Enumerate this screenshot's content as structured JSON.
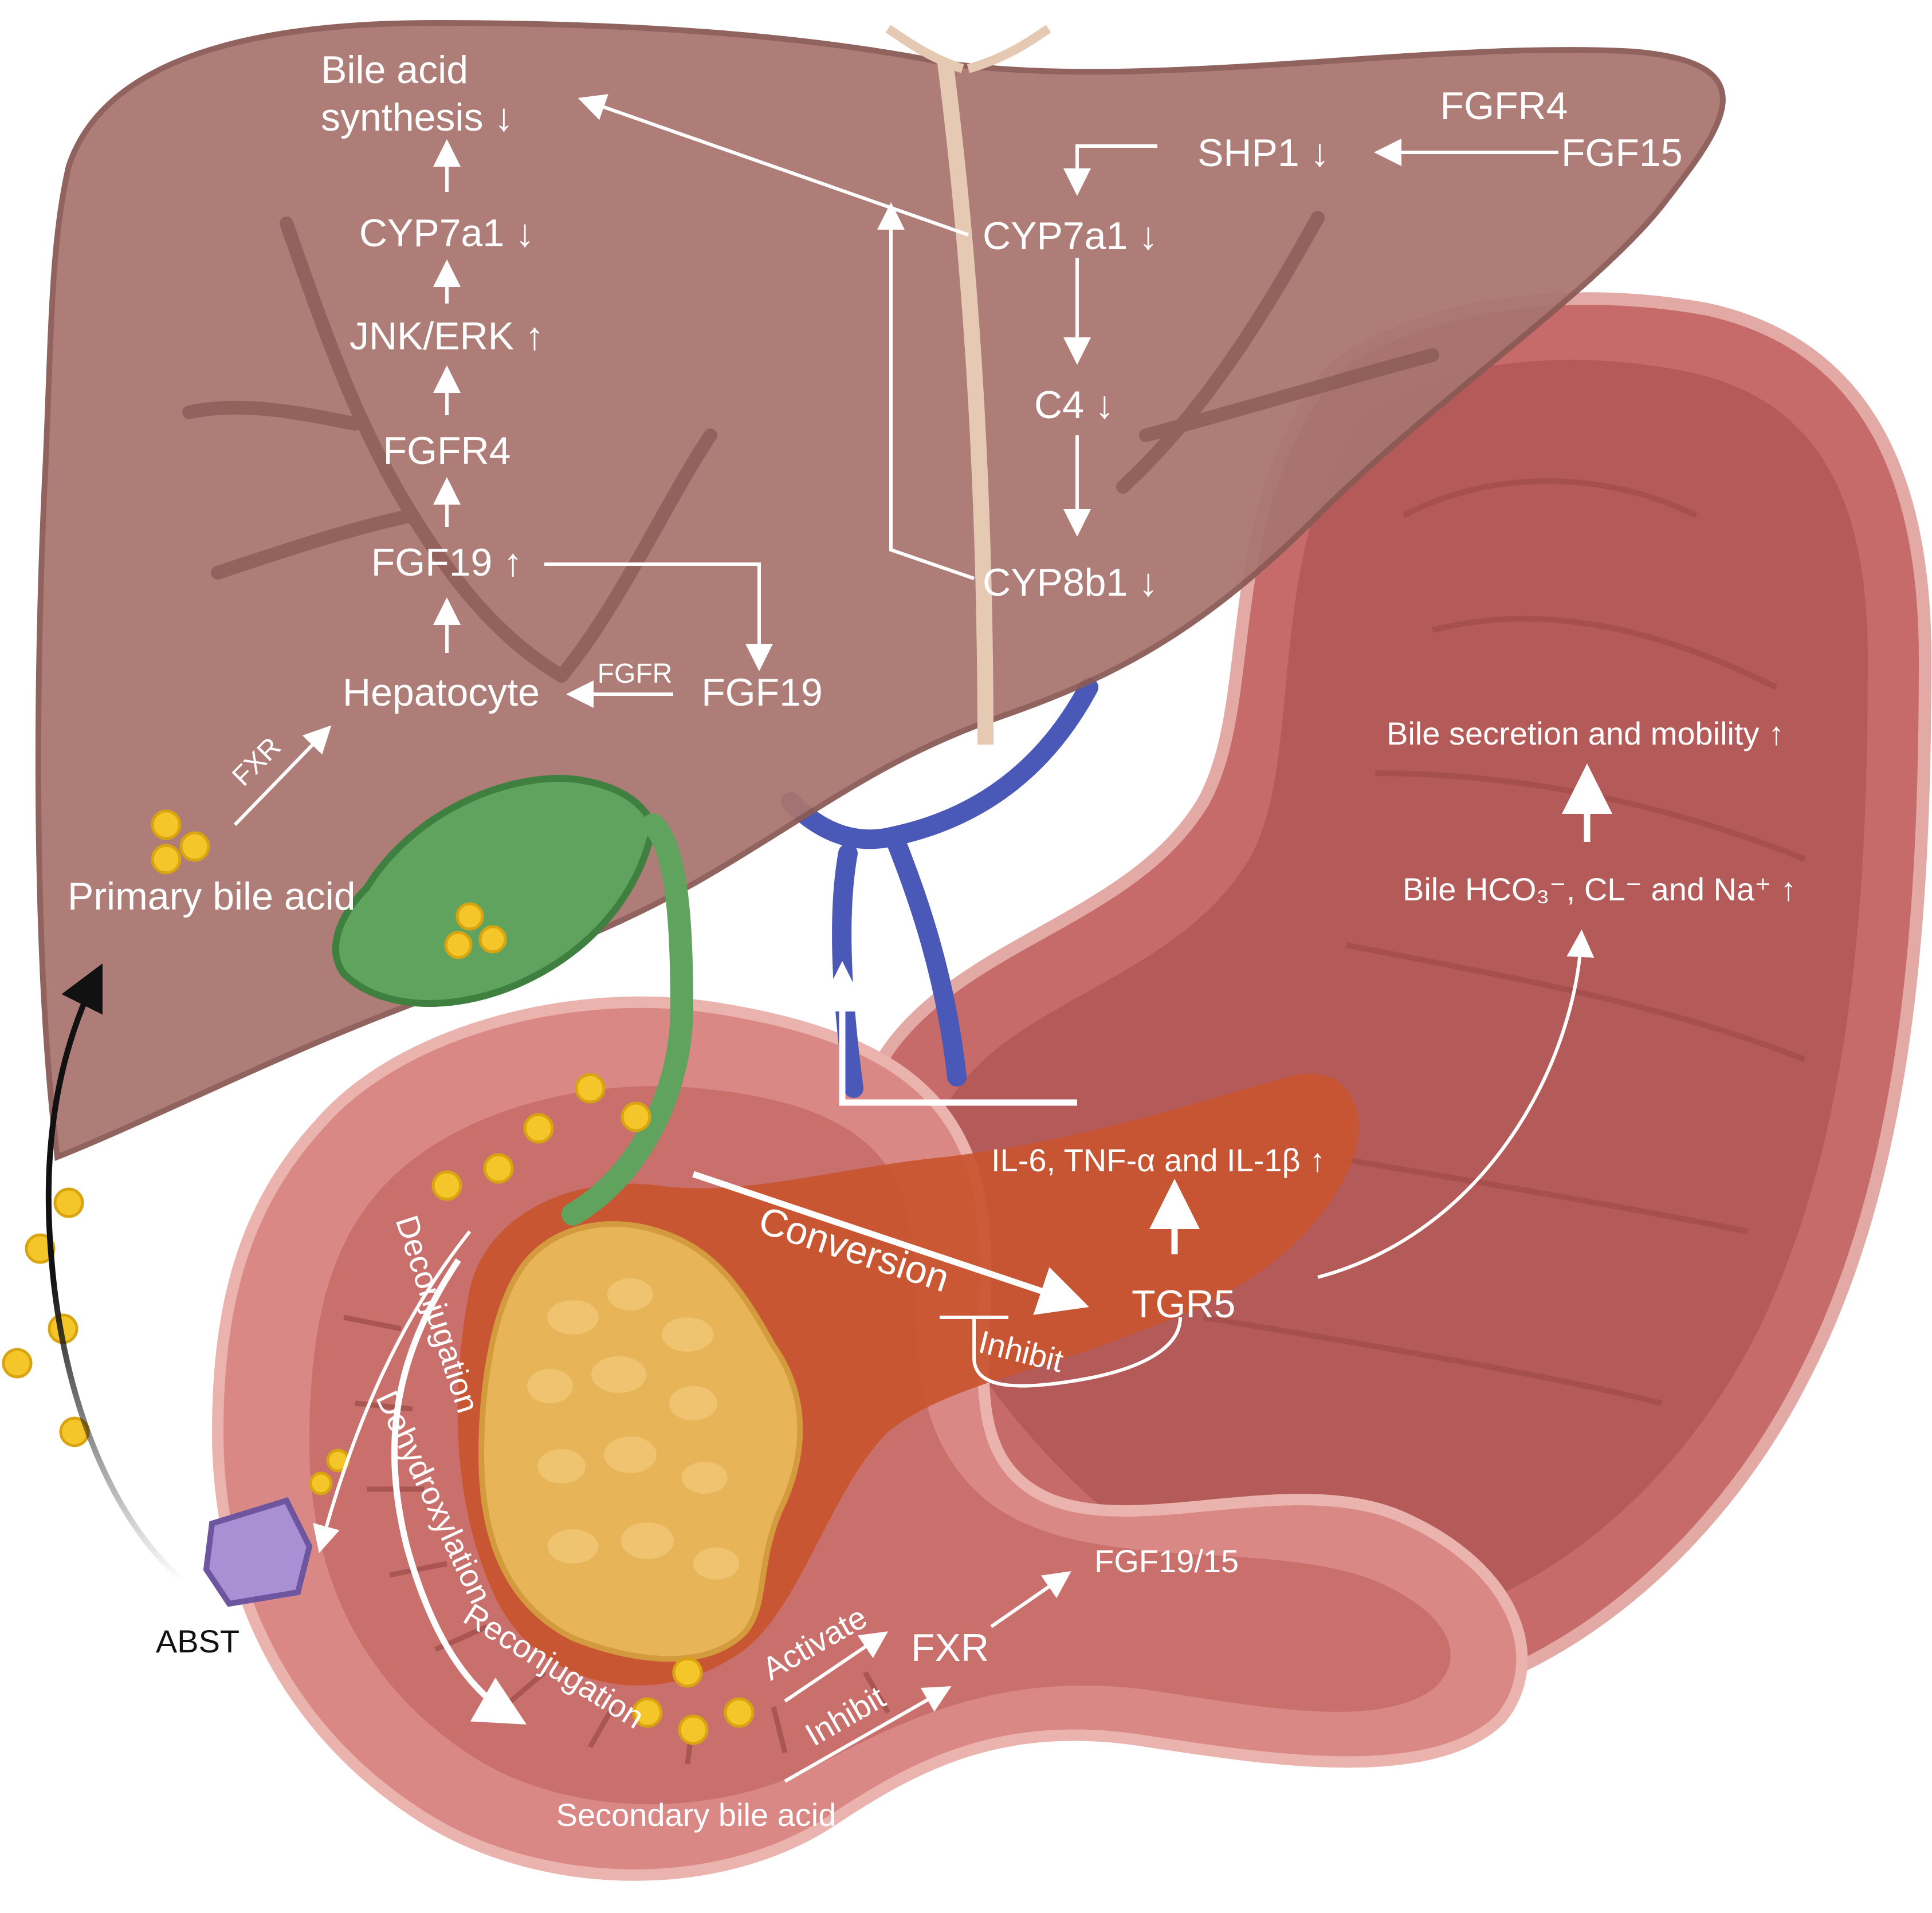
{
  "labels": {
    "bile_acid_synthesis_line1": "Bile acid",
    "bile_acid_synthesis_line2": "synthesis ↓",
    "cyp7a1_left": "CYP7a1 ↓",
    "jnk_erk": "JNK/ERK ↑",
    "fgfr4_left": "FGFR4",
    "fgf19_up": "FGF19 ↑",
    "hepatocyte": "Hepatocyte",
    "fgfr": "FGFR",
    "fgf19": "FGF19",
    "fxr_small": "FXR",
    "primary_bile_acid": "Primary bile acid",
    "fgfr4_right": "FGFR4",
    "shp1": "SHP1 ↓",
    "fgf15": "FGF15",
    "cyp7a1_right": "CYP7a1 ↓",
    "c4": "C4 ↓",
    "cyp8b1": "CYP8b1 ↓",
    "bile_secretion": "Bile secretion and mobility ↑",
    "bile_ions": "Bile HCO₃⁻, CL⁻ and Na⁺ ↑",
    "cytokines": "IL-6, TNF-α and IL-1β ↑",
    "conversion": "Conversion",
    "tgr5": "TGR5",
    "inhibit_tgr5": "Inhibit",
    "deconjugation": "Deconjugation",
    "dehydroxylation": "Dehydroxylation",
    "reconjugation": "Reconjugation",
    "activate": "Activate",
    "inhibit_fxr": "Inhibit",
    "fxr_gut": "FXR",
    "fgf19_15": "FGF19/15",
    "secondary_bile_acid": "Secondary bile acid",
    "abst": "ABST"
  },
  "colors": {
    "liver": "#a9756f",
    "liver_dark": "#8a5a55",
    "stomach": "#c46b69",
    "stomach_inner": "#b45a58",
    "intestine": "#d88683",
    "intestine_inner": "#c9706d",
    "pancreas": "#c9542f",
    "fat": "#e8b458",
    "gallbladder": "#5fa35f",
    "vein_blue": "#4a58b8",
    "bile_acid_yellow": "#f5c629",
    "transporter": "#a98fd4",
    "text_white": "#ffffff",
    "text_dark": "#111111"
  }
}
